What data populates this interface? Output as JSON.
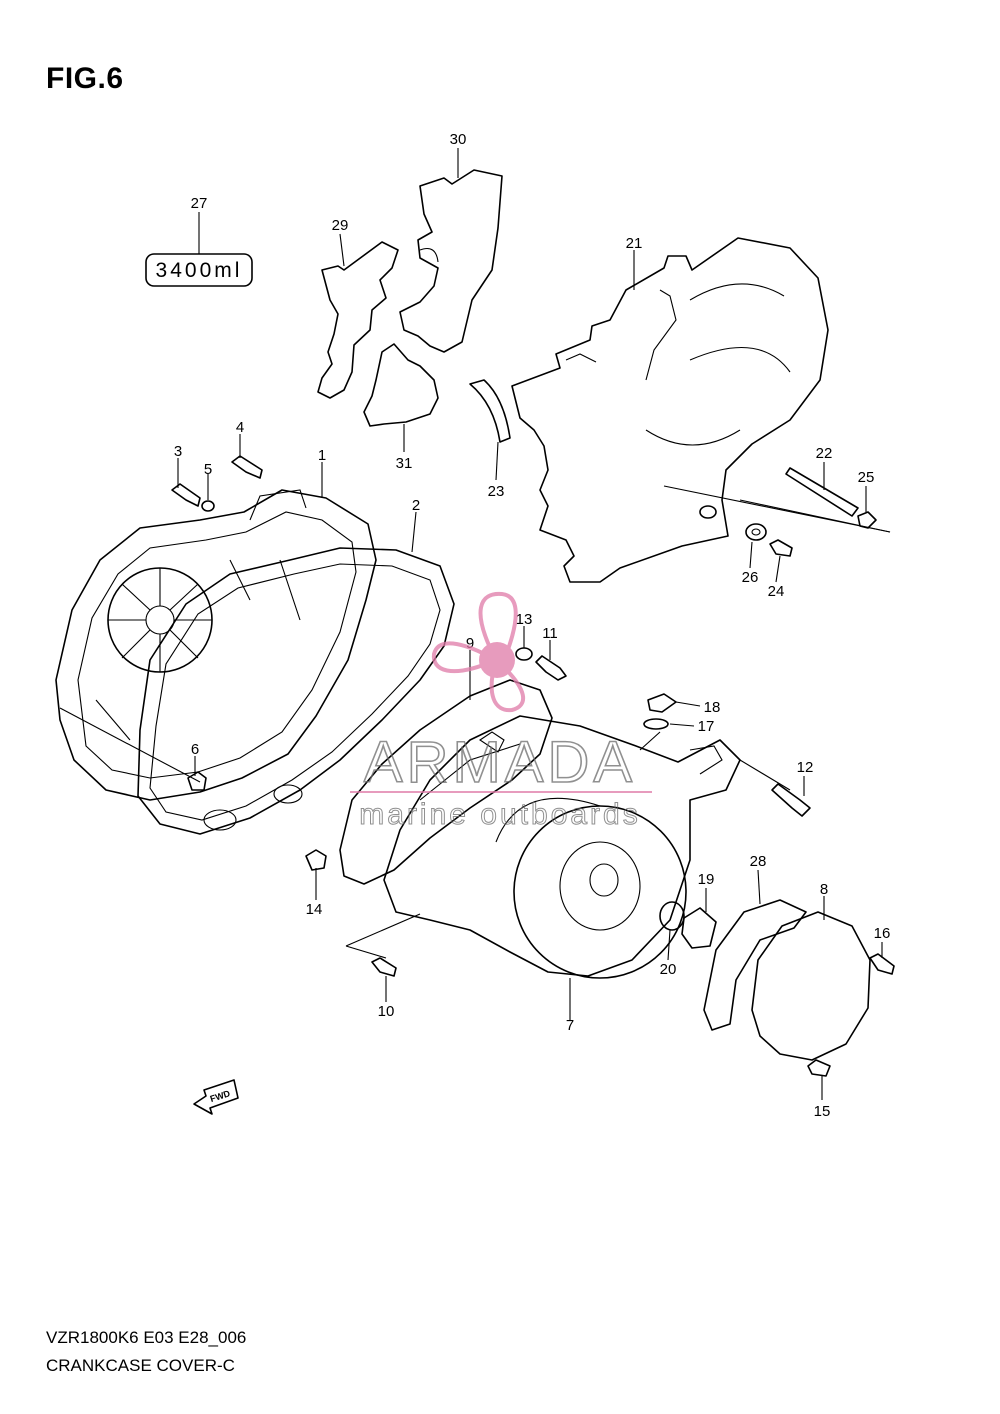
{
  "figure": {
    "title": "FIG.6",
    "model_code": "VZR1800K6 E03 E28_006",
    "caption": "CRANKCASE COVER-C",
    "label_plate_text": "3400ml",
    "fwd_label": "FWD"
  },
  "watermark": {
    "brand": "ARMADA",
    "tagline": "marine outboards",
    "color": "#e07aa8"
  },
  "callouts": [
    {
      "id": "c1",
      "label": "1"
    },
    {
      "id": "c2",
      "label": "2"
    },
    {
      "id": "c3",
      "label": "3"
    },
    {
      "id": "c4",
      "label": "4"
    },
    {
      "id": "c5",
      "label": "5"
    },
    {
      "id": "c6",
      "label": "6"
    },
    {
      "id": "c7",
      "label": "7"
    },
    {
      "id": "c8",
      "label": "8"
    },
    {
      "id": "c9",
      "label": "9"
    },
    {
      "id": "c10",
      "label": "10"
    },
    {
      "id": "c11",
      "label": "11"
    },
    {
      "id": "c12",
      "label": "12"
    },
    {
      "id": "c13",
      "label": "13"
    },
    {
      "id": "c14",
      "label": "14"
    },
    {
      "id": "c15",
      "label": "15"
    },
    {
      "id": "c16",
      "label": "16"
    },
    {
      "id": "c17",
      "label": "17"
    },
    {
      "id": "c18",
      "label": "18"
    },
    {
      "id": "c19",
      "label": "19"
    },
    {
      "id": "c20",
      "label": "20"
    },
    {
      "id": "c21",
      "label": "21"
    },
    {
      "id": "c22",
      "label": "22"
    },
    {
      "id": "c23",
      "label": "23"
    },
    {
      "id": "c24",
      "label": "24"
    },
    {
      "id": "c25",
      "label": "25"
    },
    {
      "id": "c26",
      "label": "26"
    },
    {
      "id": "c27",
      "label": "27"
    },
    {
      "id": "c28",
      "label": "28"
    },
    {
      "id": "c29",
      "label": "29"
    },
    {
      "id": "c30",
      "label": "30"
    },
    {
      "id": "c31",
      "label": "31"
    }
  ]
}
